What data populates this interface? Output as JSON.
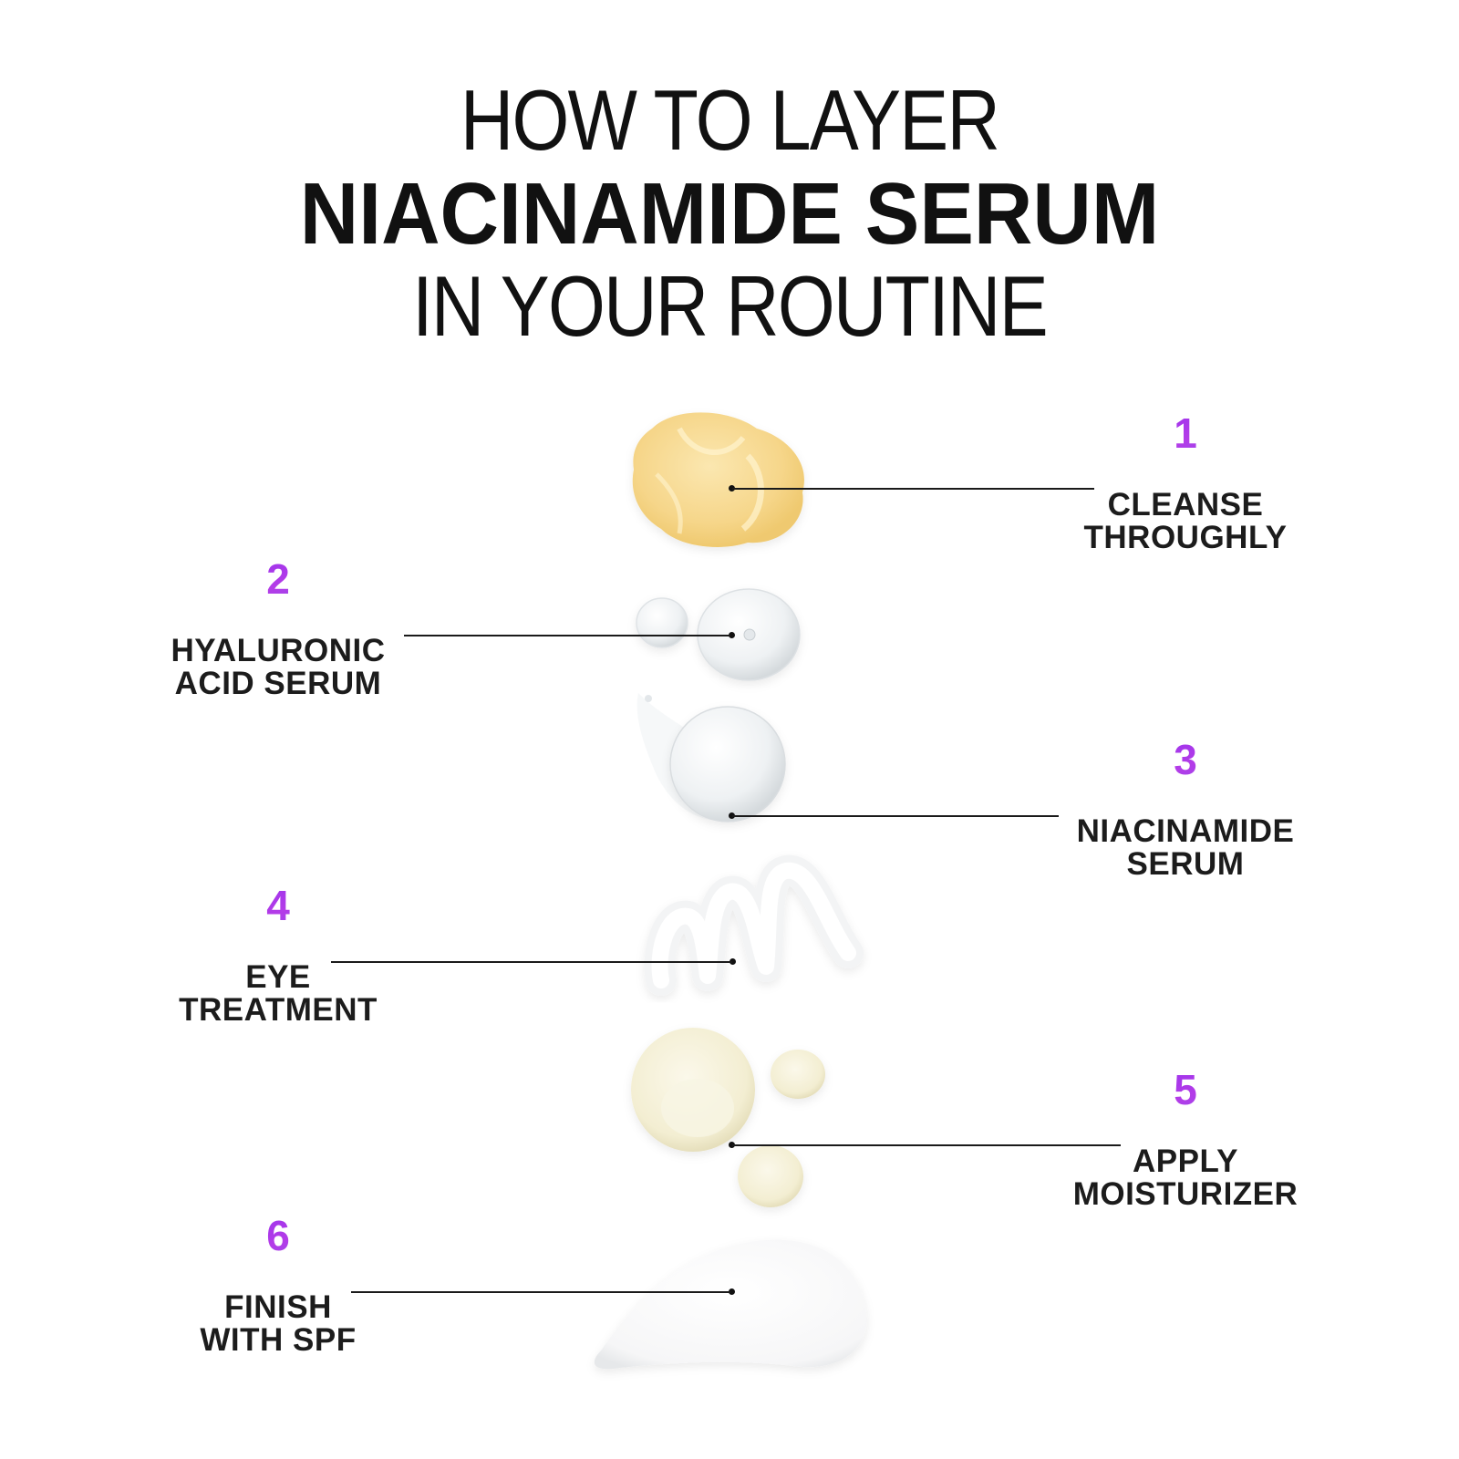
{
  "title": {
    "line1": "HOW TO LAYER",
    "line2": "NIACINAMIDE SERUM",
    "line3": "IN YOUR ROUTINE"
  },
  "accent_gradient": [
    "#8a2cf0",
    "#b43ce8",
    "#6f5af0"
  ],
  "steps": [
    {
      "number": "1",
      "line1": "CLEANSE",
      "line2": "THROUGHLY",
      "side": "right",
      "swatch": "cleanser-swatch",
      "swatch_color": "#f7dc92"
    },
    {
      "number": "2",
      "line1": "HYALURONIC",
      "line2": "ACID SERUM",
      "side": "left",
      "swatch": "hyaluronic-serum-drops",
      "swatch_color": "#eef1f3"
    },
    {
      "number": "3",
      "line1": "NIACINAMIDE",
      "line2": "SERUM",
      "side": "right",
      "swatch": "niacinamide-serum-drop",
      "swatch_color": "#eceff1"
    },
    {
      "number": "4",
      "line1": "EYE",
      "line2": "TREATMENT",
      "side": "left",
      "swatch": "eye-treatment-squiggle",
      "swatch_color": "#f4f5f6"
    },
    {
      "number": "5",
      "line1": "APPLY",
      "line2": "MOISTURIZER",
      "side": "right",
      "swatch": "moisturizer-dollops",
      "swatch_color": "#f6f2dc"
    },
    {
      "number": "6",
      "line1": "FINISH",
      "line2": "WITH SPF",
      "side": "left",
      "swatch": "spf-smear",
      "swatch_color": "#f9f9f9"
    }
  ]
}
